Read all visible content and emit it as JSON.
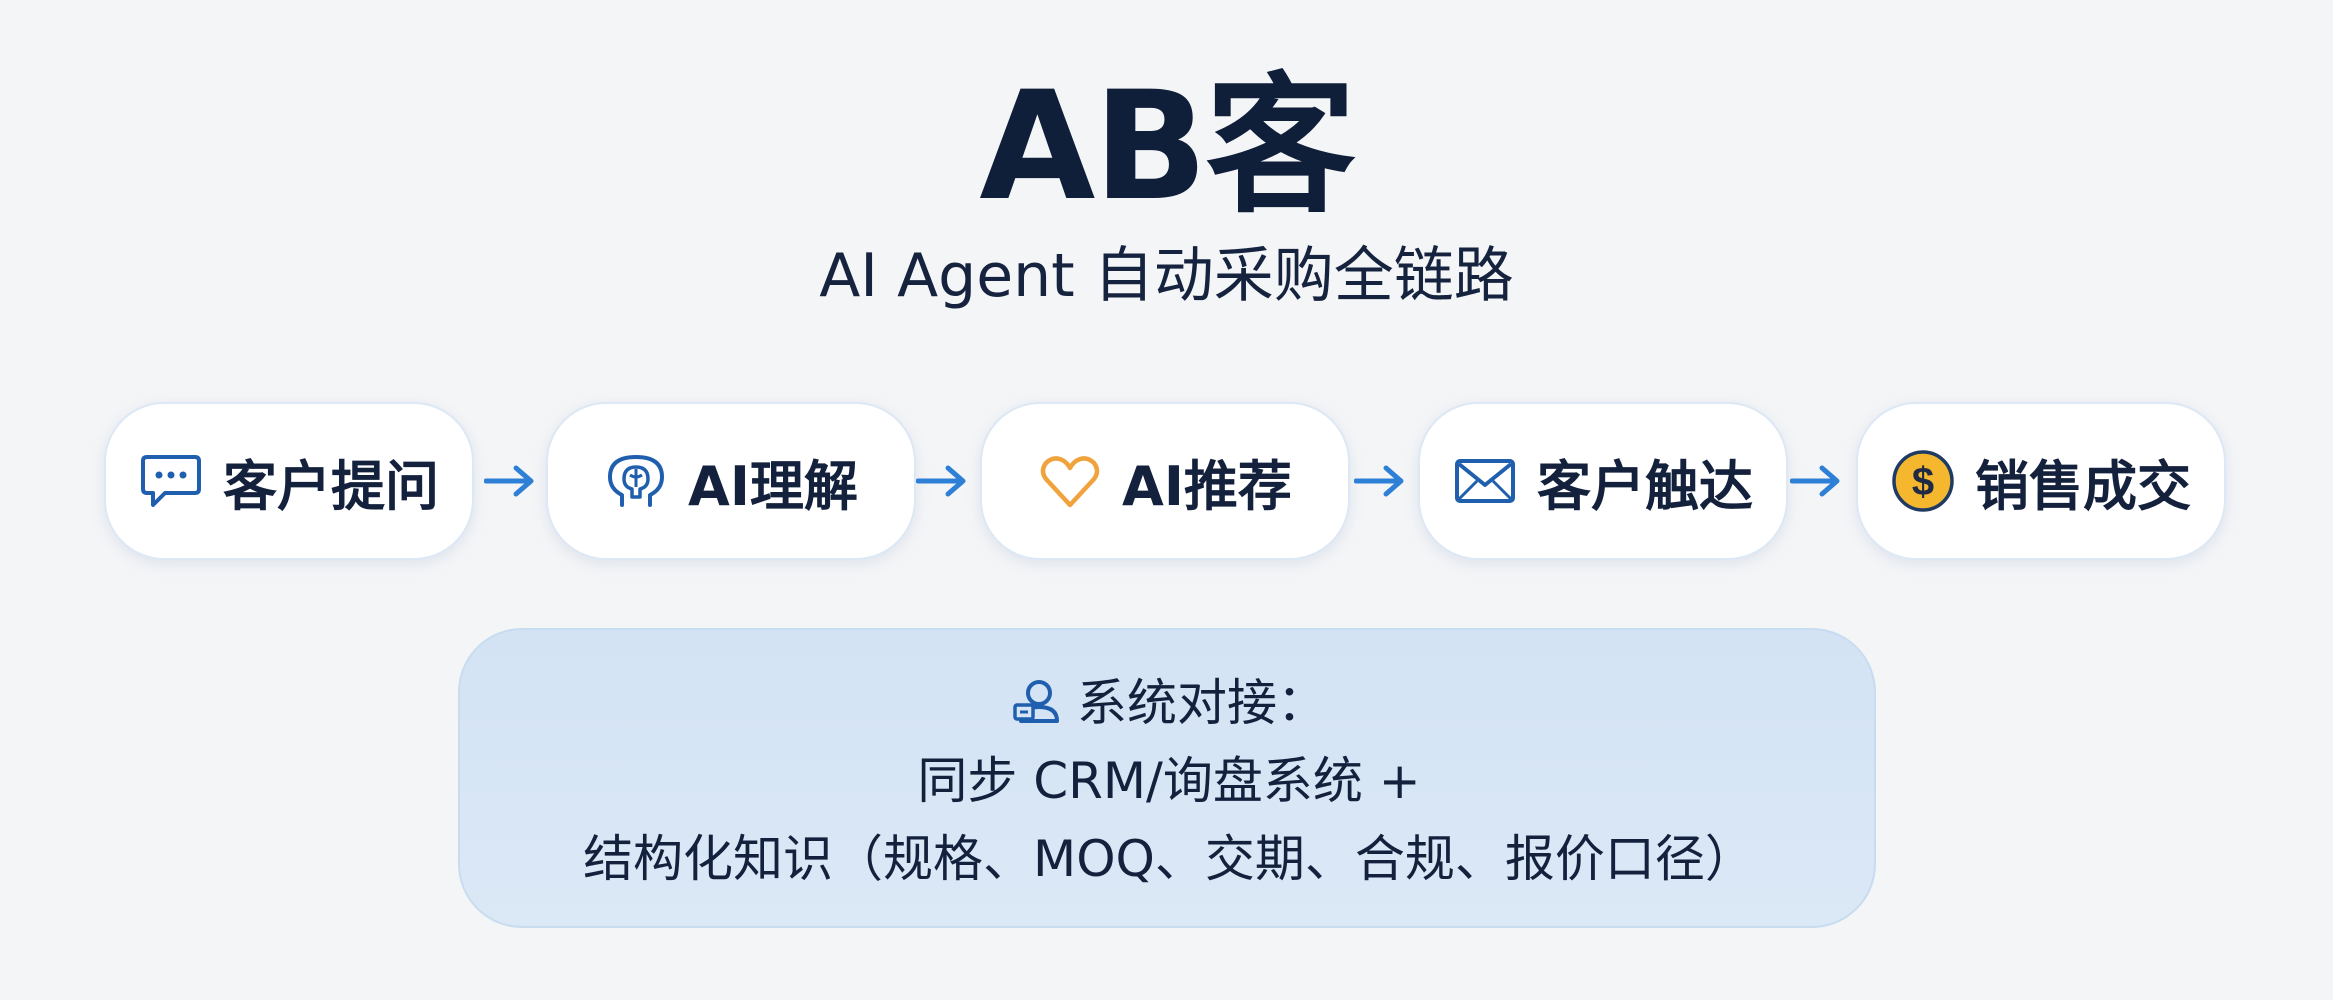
{
  "header": {
    "title": "AB客",
    "subtitle": "AI Agent 自动采购全链路"
  },
  "flow": {
    "steps": [
      {
        "label": "客户提问",
        "icon": "chat-bubble-icon",
        "color": "#1f5fae"
      },
      {
        "label": "AI理解",
        "icon": "head-brain-icon",
        "color": "#1f5fae"
      },
      {
        "label": "AI推荐",
        "icon": "heart-icon",
        "color": "#f0a23c"
      },
      {
        "label": "客户触达",
        "icon": "envelope-icon",
        "color": "#1f5fae"
      },
      {
        "label": "销售成交",
        "icon": "dollar-coin-icon",
        "color": "#f5b72e"
      }
    ],
    "arrow_color": "#2e7fd6"
  },
  "panel": {
    "icon": "system-user-icon",
    "heading": "系统对接：",
    "line1": "同步 CRM/询盘系统 +",
    "line2": "结构化知识（规格、MOQ、交期、合规、报价口径）"
  }
}
